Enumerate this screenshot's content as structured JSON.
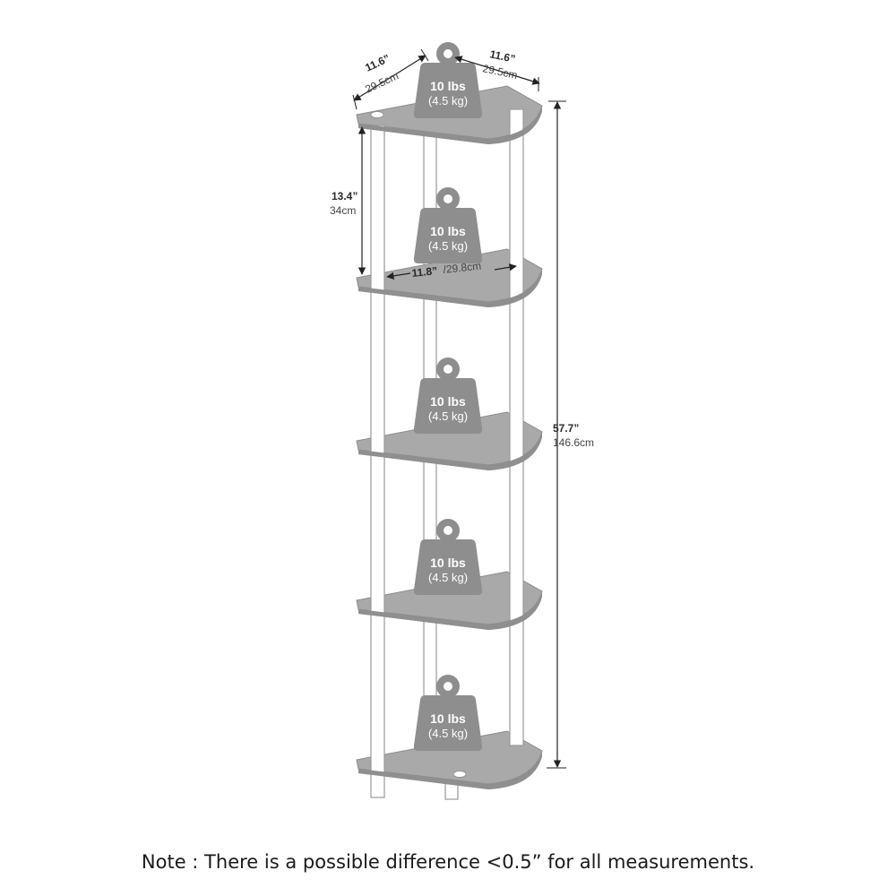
{
  "dimensions": {
    "depth_left": {
      "in": "11.6”",
      "cm": "29.5cm"
    },
    "depth_right": {
      "in": "11.6”",
      "cm": "29.5cm"
    },
    "shelf_gap": {
      "in": "13.4”",
      "cm": "34cm"
    },
    "front_width": {
      "in": "11.8”",
      "cm": "/29.8cm"
    },
    "total_height": {
      "in": "57.7”",
      "cm": "146.6cm"
    }
  },
  "shelves": [
    {
      "weight_lbs": "10 lbs",
      "weight_kg": "(4.5 kg)"
    },
    {
      "weight_lbs": "10 lbs",
      "weight_kg": "(4.5 kg)"
    },
    {
      "weight_lbs": "10 lbs",
      "weight_kg": "(4.5 kg)"
    },
    {
      "weight_lbs": "10 lbs",
      "weight_kg": "(4.5 kg)"
    },
    {
      "weight_lbs": "10 lbs",
      "weight_kg": "(4.5 kg)"
    }
  ],
  "note": "Note : There is a possible difference <0.5” for all measurements.",
  "colors": {
    "shelf": "#a9a9a9",
    "shelf_edge": "#8c8c8c",
    "weight": "#8e8e8e",
    "post": "#ffffff",
    "post_edge": "#9a9a9a",
    "dim_line": "#222222"
  }
}
